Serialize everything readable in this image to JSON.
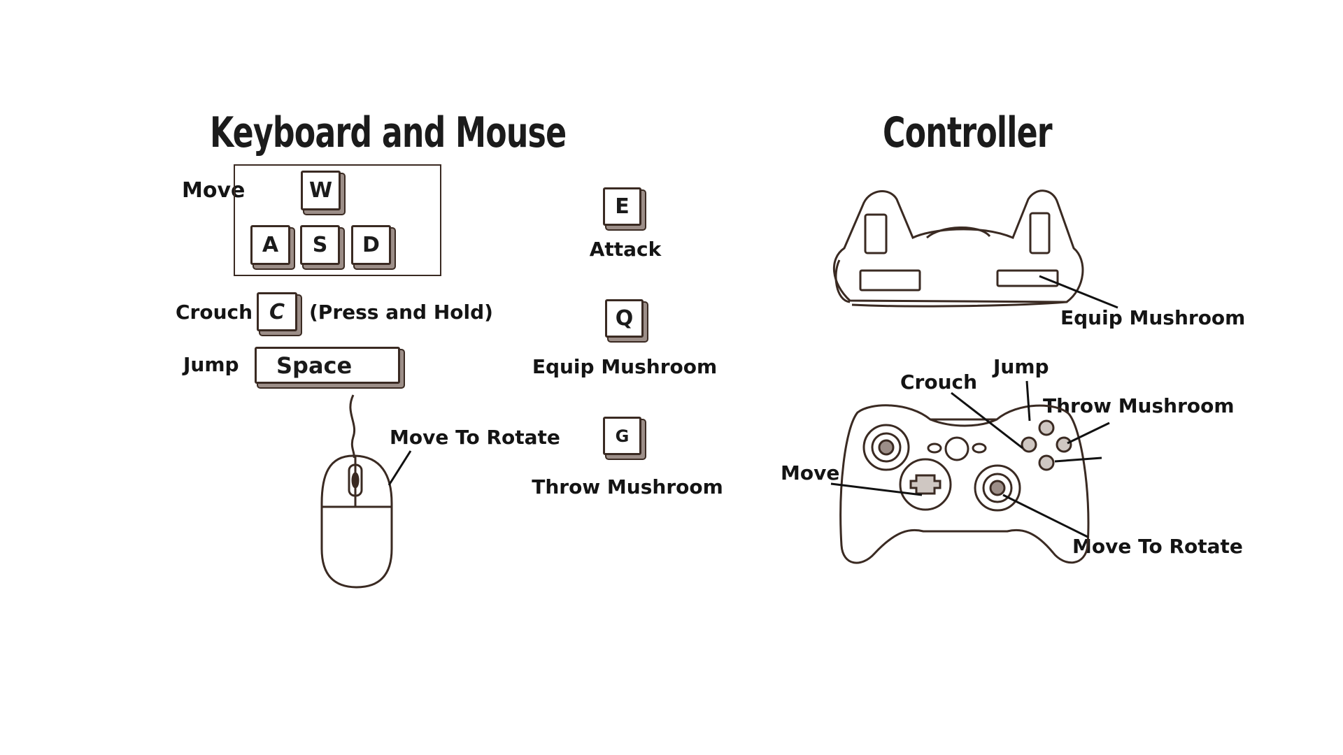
{
  "keyboard": {
    "heading": "Keyboard and Mouse",
    "move_label": "Move",
    "keys": {
      "w": "W",
      "a": "A",
      "s": "S",
      "d": "D",
      "c": "C",
      "space": "Space",
      "e": "E",
      "q": "Q",
      "g": "G"
    },
    "crouch_label": "Crouch",
    "crouch_note": "(Press and Hold)",
    "jump_label": "Jump",
    "mouse_label": "Move To Rotate",
    "attack_label": "Attack",
    "equip_label": "Equip Mushroom",
    "throw_label": "Throw Mushroom"
  },
  "controller": {
    "heading": "Controller",
    "equip_label": "Equip Mushroom",
    "crouch_label": "Crouch",
    "jump_label": "Jump",
    "throw_label": "Throw Mushroom",
    "move_label": "Move",
    "rotate_label": "Move To Rotate"
  },
  "colors": {
    "ink": "#3a2a22",
    "text": "#141414",
    "background": "#ffffff"
  },
  "icons": [
    "mouse-icon",
    "controller-top-icon",
    "controller-front-icon"
  ]
}
